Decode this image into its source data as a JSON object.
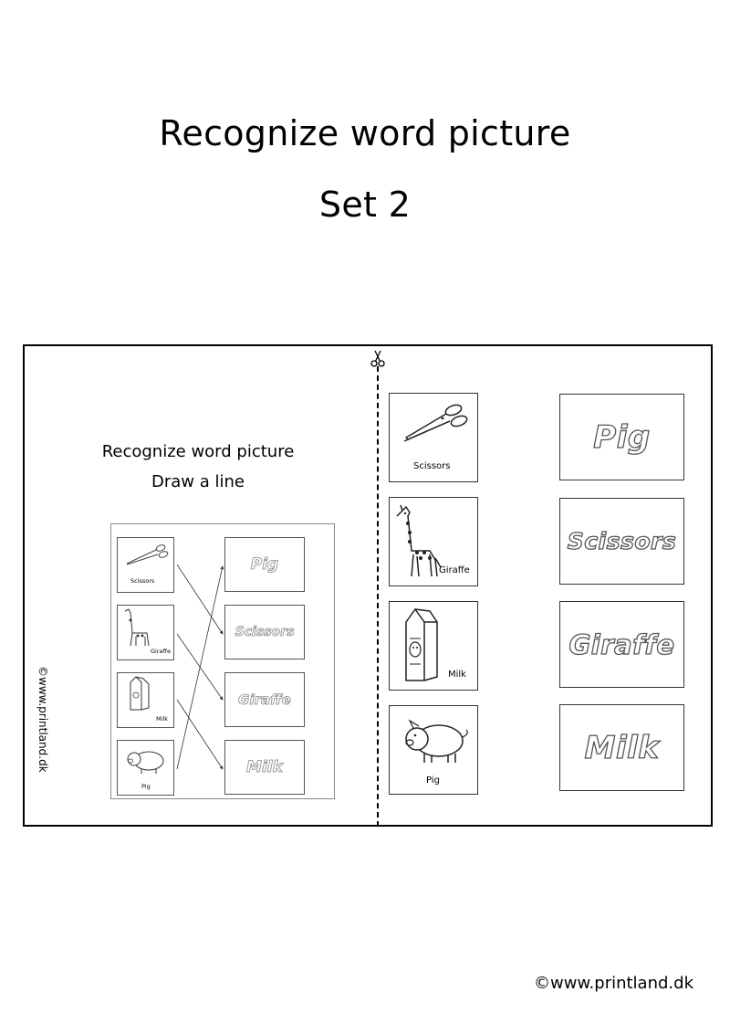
{
  "title": "Recognize word picture",
  "subtitle": "Set 2",
  "preview": {
    "heading": "Recognize word picture",
    "instruction": "Draw a line",
    "pictures": [
      "Scissors",
      "Giraffe",
      "Milk",
      "Pig"
    ],
    "words": [
      "Pig",
      "Scissors",
      "Giraffe",
      "Milk"
    ]
  },
  "side_copyright": "©www.printland.dk",
  "picture_cards": [
    {
      "label": "Scissors",
      "icon": "scissors-icon"
    },
    {
      "label": "Giraffe",
      "icon": "giraffe-icon"
    },
    {
      "label": "Milk",
      "icon": "milk-carton-icon"
    },
    {
      "label": "Pig",
      "icon": "pig-icon"
    }
  ],
  "word_cards": [
    "Pig",
    "Scissors",
    "Giraffe",
    "Milk"
  ],
  "footer": "©www.printland.dk"
}
